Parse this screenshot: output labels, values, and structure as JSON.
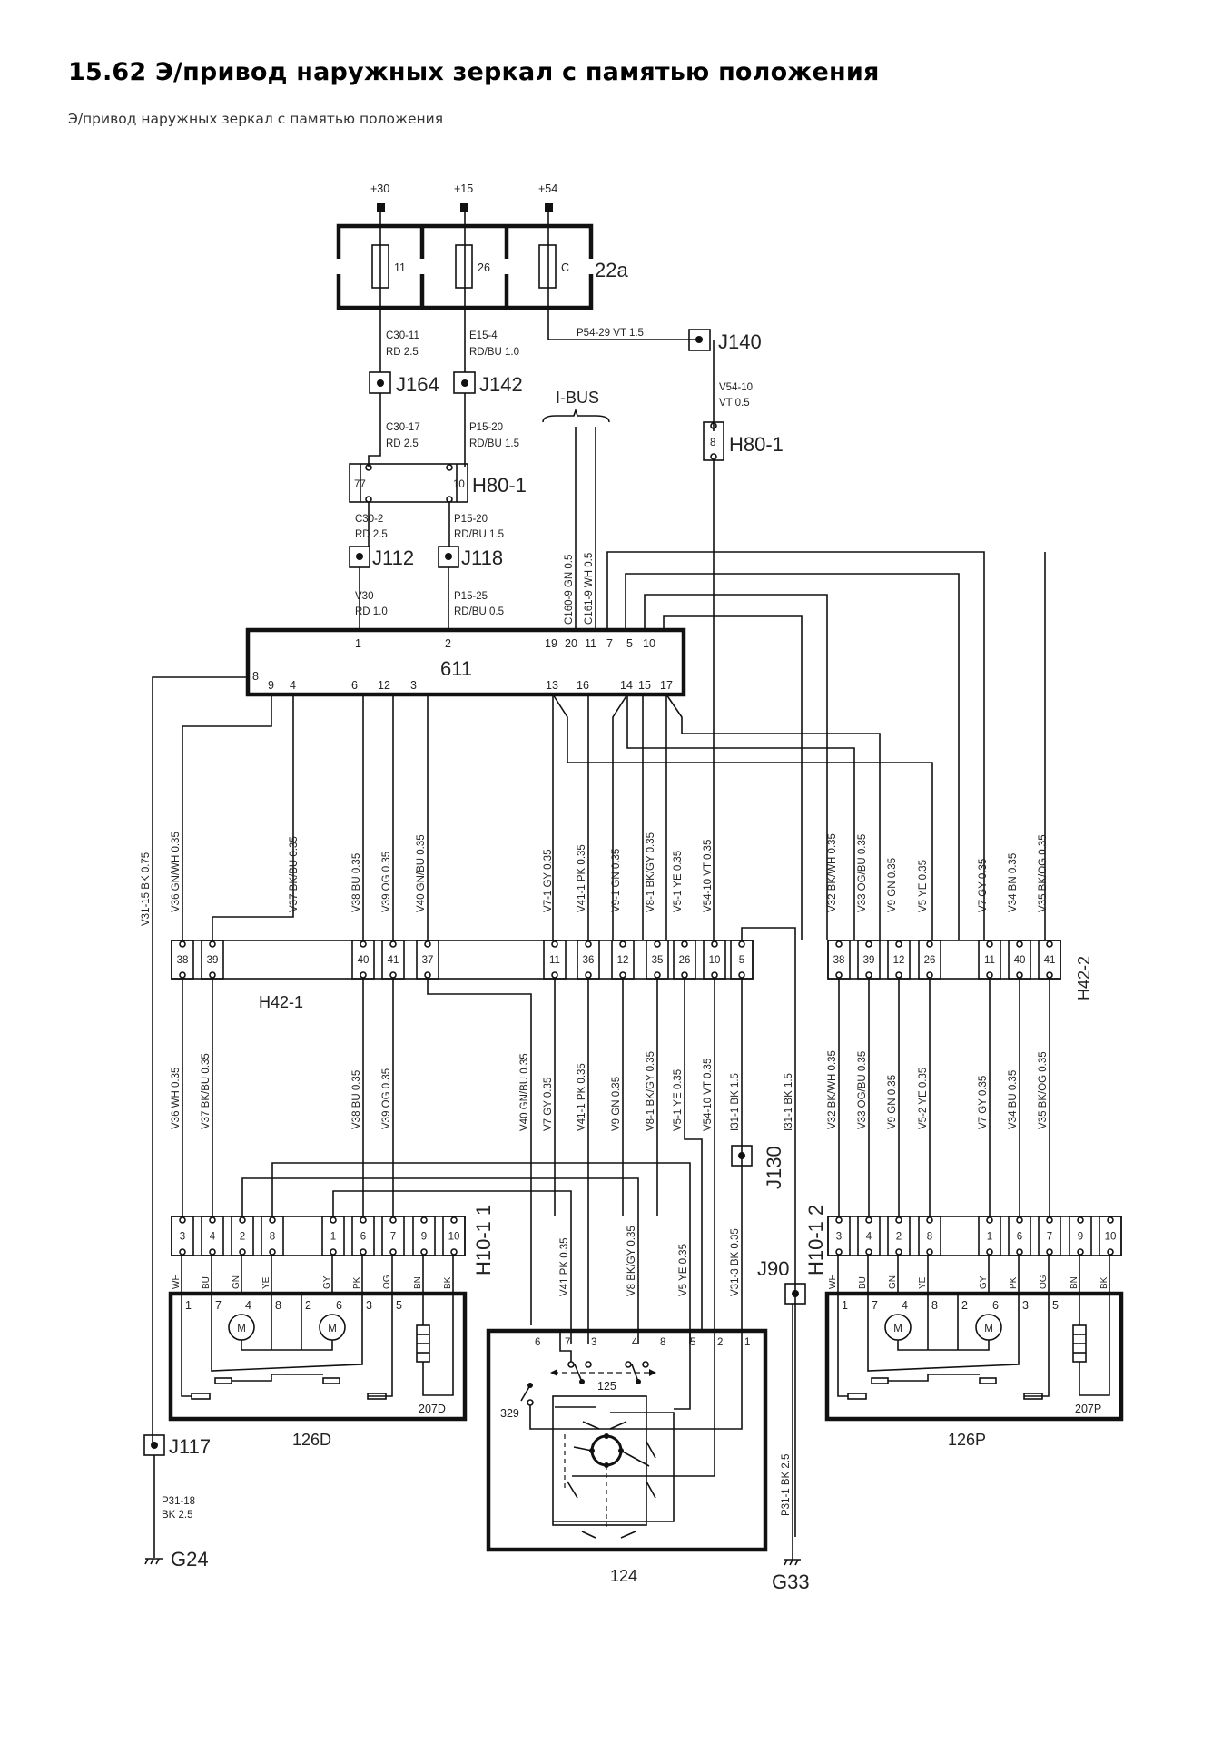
{
  "page": {
    "title": "15.62 Э/привод наружных зеркал с памятью положения",
    "subtitle": "Э/привод наружных зеркал с памятью положения"
  },
  "diagram": {
    "supplies": [
      {
        "label": "+30"
      },
      {
        "label": "+15"
      },
      {
        "label": "+54"
      }
    ],
    "fuse_box": {
      "label": "22a",
      "fuses": [
        "11",
        "26",
        "C"
      ]
    },
    "wires_top": {
      "c30_11": [
        "C30-11",
        "RD  2.5"
      ],
      "e15_4": [
        "E15-4",
        "RD/BU 1.0"
      ],
      "p54_29": "P54-29  VT   1.5",
      "v54_10": [
        "V54-10",
        "VT  0.5"
      ],
      "c30_17": [
        "C30-17",
        "RD  2.5"
      ],
      "p15_20a": [
        "P15-20",
        "RD/BU 1.5"
      ],
      "c30_2": [
        "C30-2",
        "RD 2.5"
      ],
      "p15_20b": [
        "P15-20",
        "RD/BU 1.5"
      ],
      "v30": [
        "V30",
        "RD 1.0"
      ],
      "p15_25": [
        "P15-25",
        "RD/BU 0.5"
      ],
      "c160": "C160-9  GN  0.5",
      "c161": "C161-9  WH  0.5"
    },
    "junctions": {
      "j164": "J164",
      "j142": "J142",
      "j140": "J140",
      "j112": "J112",
      "j118": "J118",
      "j117": "J117",
      "j130": "J130",
      "j90": "J90"
    },
    "ibus": "I-BUS",
    "h80_1": {
      "label": "H80-1",
      "pins": [
        "77",
        "10"
      ],
      "label2": "H80-1",
      "pin2": "8"
    },
    "module_611": {
      "label": "611",
      "top_pins": [
        "1",
        "2",
        "19",
        "20",
        "11",
        "7",
        "5",
        "10"
      ],
      "bottom_pins": [
        "8",
        "9",
        "4",
        "6",
        "12",
        "3",
        "13",
        "16",
        "14",
        "15",
        "17"
      ]
    },
    "wires_mid_left": [
      "V31-15  BK  0.75",
      "V36  GN/WH 0.35",
      "V37  BK/BU  0.35",
      "V38  BU  0.35",
      "V39  OG  0.35",
      "V40  GN/BU 0.35"
    ],
    "wires_mid_center": [
      "V7-1  GY  0.35",
      "V41-1 PK  0.35",
      "V9-1  GN  0.35",
      "V8-1  BK/GY  0.35",
      "V5-1  YE  0.35",
      "V54-10 VT  0.35"
    ],
    "wires_mid_right": [
      "V32  BK/WH  0.35",
      "V33  OG/BU 0.35",
      "V9  GN  0.35",
      "V5  YE  0.35",
      "V7  GY  0.35",
      "V34  BN  0.35",
      "V35  BK/OG  0.35"
    ],
    "h42_1": {
      "label": "H42-1",
      "pins": [
        "38",
        "39",
        "40",
        "41",
        "37",
        "11",
        "36",
        "12",
        "35",
        "26",
        "10",
        "5"
      ]
    },
    "h42_2": {
      "label": "H42-2",
      "pins": [
        "38",
        "39",
        "12",
        "26",
        "11",
        "40",
        "41"
      ]
    },
    "wires_low_left": [
      "V36  WH  0.35",
      "V37  BK/BU  0.35",
      "V38  BU  0.35",
      "V39  OG  0.35"
    ],
    "wires_low_center": [
      "V40  GN/BU 0.35",
      "V7  GY  0.35",
      "V41-1 PK  0.35",
      "V9  GN  0.35",
      "V8-1  BK/GY  0.35",
      "V5-1  YE  0.35",
      "V54-10  VT  0.35",
      "I31-1  BK  1.5",
      "I31-1  BK  1.5"
    ],
    "wires_switch": [
      "V41  PK  0.35",
      "V8  BK/GY  0.35",
      "V5  YE  0.35",
      "V31-3  BK  0.35"
    ],
    "wires_low_right": [
      "V32  BK/WH  0.35",
      "V33  OG/BU 0.35",
      "V9  GN  0.35",
      "V5-2  YE  0.35",
      "V7  GY  0.35",
      "V34  BU  0.35",
      "V35  BK/OG  0.35"
    ],
    "h10_1_1": {
      "label": "H10-1 1",
      "pins": [
        "3",
        "4",
        "2",
        "8",
        "1",
        "6",
        "7",
        "9",
        "10"
      ]
    },
    "h10_1_2": {
      "label": "H10-1 2",
      "pins": [
        "3",
        "4",
        "2",
        "8",
        "1",
        "6",
        "7",
        "9",
        "10"
      ]
    },
    "mirror_colors": [
      "WH",
      "BU",
      "GN",
      "YE",
      "GY",
      "PK",
      "OG",
      "BN",
      "BK"
    ],
    "mirror_pins": [
      "1",
      "7",
      "4",
      "8",
      "2",
      "6",
      "3",
      "5"
    ],
    "motor_symbol": "M",
    "mirror_left": {
      "label": "126D",
      "heater": "207D"
    },
    "mirror_right": {
      "label": "126P",
      "heater": "207P"
    },
    "switch": {
      "label": "124",
      "selector": "125",
      "fold": "329",
      "pins": [
        "6",
        "7",
        "3",
        "4",
        "8",
        "5",
        "2",
        "1"
      ]
    },
    "grounds": {
      "g24": {
        "label": "G24",
        "wire": [
          "P31-18",
          "BK  2.5"
        ]
      },
      "g33": {
        "label": "G33",
        "wire": "P31-1  BK  2.5"
      }
    }
  }
}
